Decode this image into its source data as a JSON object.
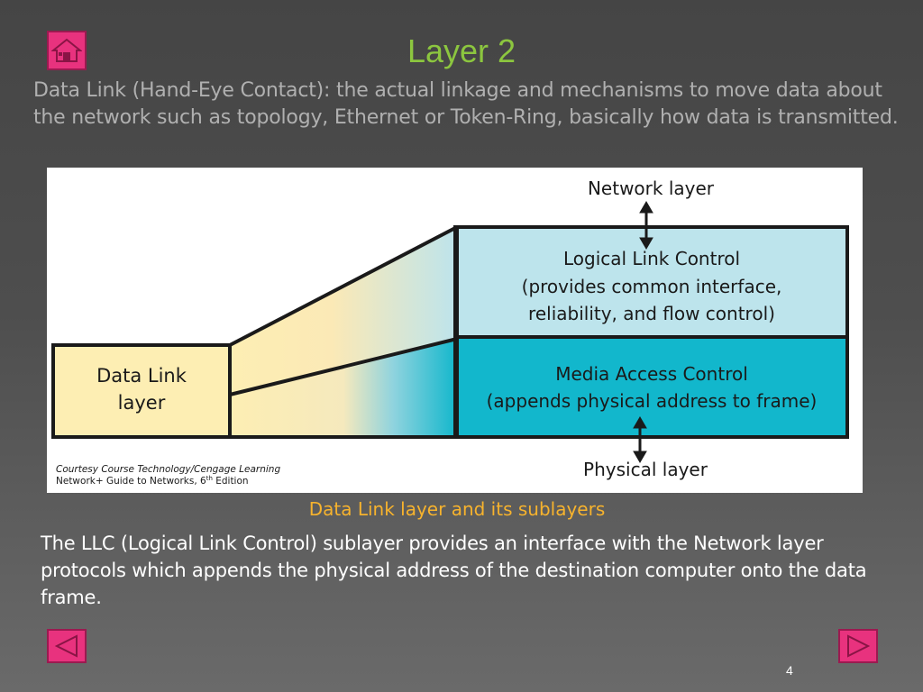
{
  "slide": {
    "title": "Layer 2",
    "intro": "Data Link (Hand-Eye Contact): the actual linkage and mechanisms to move data about the network such as topology, Ethernet or Token-Ring, basically how data is transmitted.",
    "caption": "Data Link layer and its sublayers",
    "body": "The LLC (Logical Link Control) sublayer provides an interface with the Network layer protocols  which appends the physical address of the destination computer onto the data frame.",
    "page_number": "4"
  },
  "nav": {
    "home_icon": "home-icon",
    "prev_icon": "arrow-left-icon",
    "next_icon": "arrow-right-icon",
    "button_color": "#e8327e"
  },
  "diagram": {
    "network_layer": "Network layer",
    "physical_layer": "Physical layer",
    "data_link_line1": "Data Link",
    "data_link_line2": "layer",
    "llc_line1": "Logical Link Control",
    "llc_line2": "(provides common interface,",
    "llc_line3": "reliability, and flow control)",
    "mac_line1": "Media Access Control",
    "mac_line2": "(appends physical address to frame)",
    "credit_line1": "Courtesy Course Technology/Cengage Learning",
    "credit_line2_prefix": "Network+ Guide to Networks, 6",
    "credit_line2_sup": "th",
    "credit_line2_suffix": " Edition",
    "colors": {
      "data_link_fill": "#fdeeb3",
      "llc_fill": "#bde4ec",
      "mac_fill": "#12b7cc",
      "stroke": "#1a1a1a"
    }
  }
}
